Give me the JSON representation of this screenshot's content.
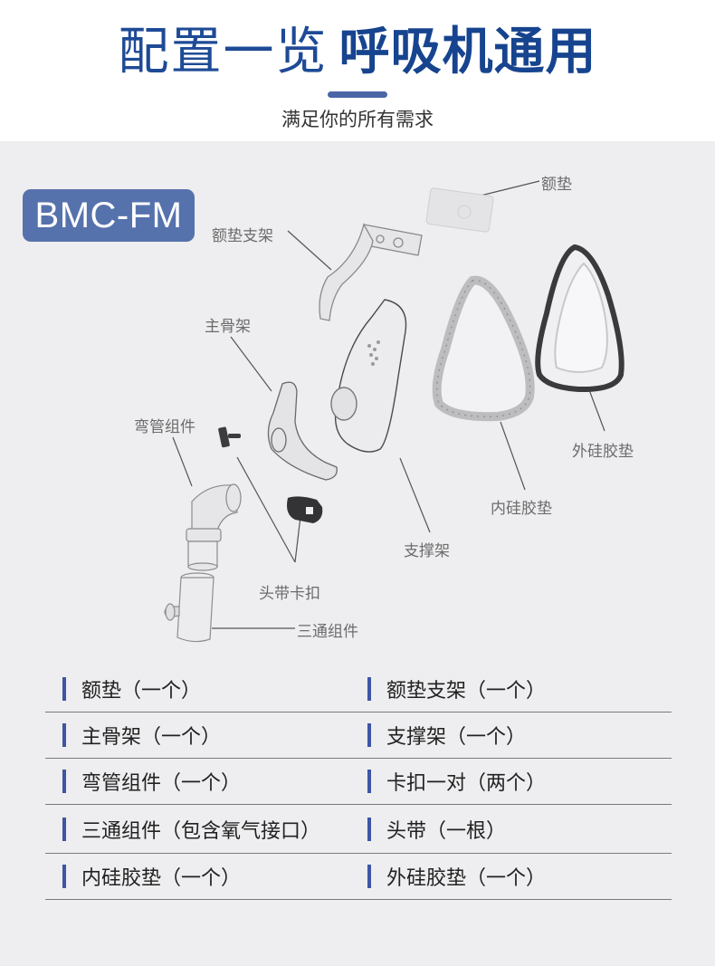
{
  "header": {
    "title_light": "配置一览",
    "title_bold": "呼吸机通用",
    "subtitle": "满足你的所有需求"
  },
  "badge": {
    "model": "BMC-FM"
  },
  "diagram": {
    "labels": {
      "forehead_pad": "额垫",
      "forehead_pad_bracket": "额垫支架",
      "main_frame": "主骨架",
      "elbow_assembly": "弯管组件",
      "headgear_clips": "头带卡扣",
      "tee_assembly": "三通组件",
      "support_frame": "支撑架",
      "inner_cushion": "内硅胶垫",
      "outer_cushion": "外硅胶垫"
    }
  },
  "spec_list": {
    "rows": [
      {
        "left": "额垫（一个）",
        "right": "额垫支架（一个）"
      },
      {
        "left": "主骨架（一个）",
        "right": "支撑架（一个）"
      },
      {
        "left": "弯管组件（一个）",
        "right": "卡扣一对（两个）"
      },
      {
        "left": "三通组件（包含氧气接口）",
        "right": "头带（一根）"
      },
      {
        "left": "内硅胶垫（一个）",
        "right": "外硅胶垫（一个）"
      }
    ]
  },
  "colors": {
    "title_blue": "#1e4a96",
    "accent_blue": "#5672ad",
    "marker_blue": "#3d55a3",
    "stage_bg": "#eeedef"
  }
}
